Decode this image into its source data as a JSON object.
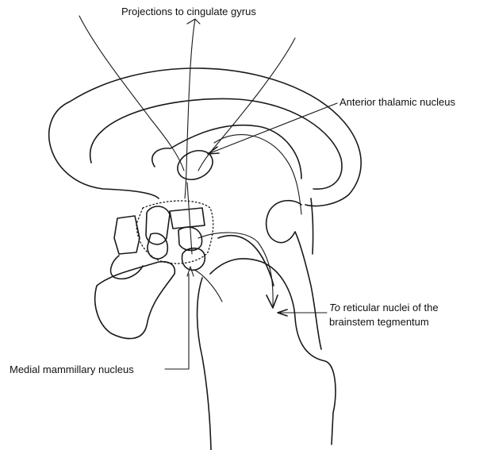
{
  "diagram": {
    "title": "Projections to cingulate gyrus",
    "labels": {
      "anterior_thalamic": "Anterior thalamic nucleus",
      "reticular_italic": "To",
      "reticular_line1": " reticular nuclei of the",
      "reticular_line2": "brainstem tegmentum",
      "medial_mammillary": "Medial mammillary nucleus"
    }
  }
}
